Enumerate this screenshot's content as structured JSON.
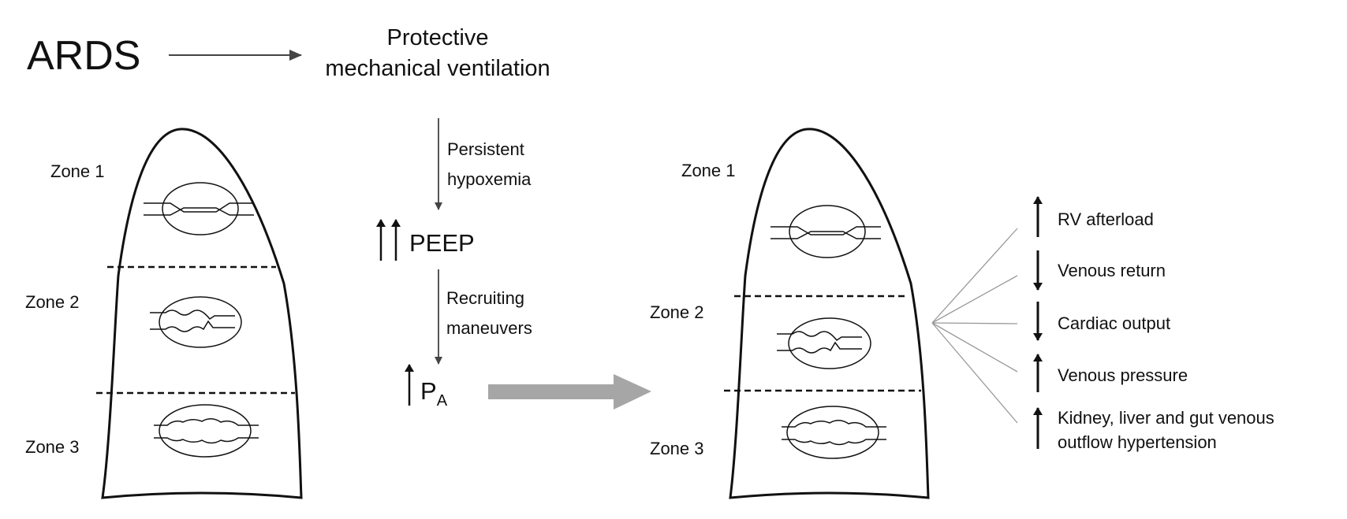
{
  "header": {
    "ards": "ARDS",
    "ventilation_line1": "Protective",
    "ventilation_line2": "mechanical ventilation"
  },
  "steps": {
    "step1_line1": "Persistent",
    "step1_line2": "hypoxemia",
    "peep": "PEEP",
    "step2_line1": "Recruiting",
    "step2_line2": "maneuvers",
    "pa_main": "P",
    "pa_sub": "A"
  },
  "left_lung": {
    "zone1": "Zone 1",
    "zone2": "Zone 2",
    "zone3": "Zone 3"
  },
  "right_lung": {
    "zone1": "Zone 1",
    "zone2": "Zone 2",
    "zone3": "Zone 3"
  },
  "effects": [
    {
      "direction": "up",
      "lines": [
        "RV afterload"
      ]
    },
    {
      "direction": "down",
      "lines": [
        "Venous return"
      ]
    },
    {
      "direction": "down",
      "lines": [
        "Cardiac output"
      ]
    },
    {
      "direction": "up",
      "lines": [
        "Venous pressure"
      ]
    },
    {
      "direction": "up",
      "lines": [
        "Kidney, liver and gut venous",
        "outflow hypertension"
      ]
    }
  ],
  "colors": {
    "ink": "#111111",
    "thin_arrow": "#444444",
    "big_arrow": "#a6a6a6",
    "fan_lines": "#9a9a9a"
  }
}
